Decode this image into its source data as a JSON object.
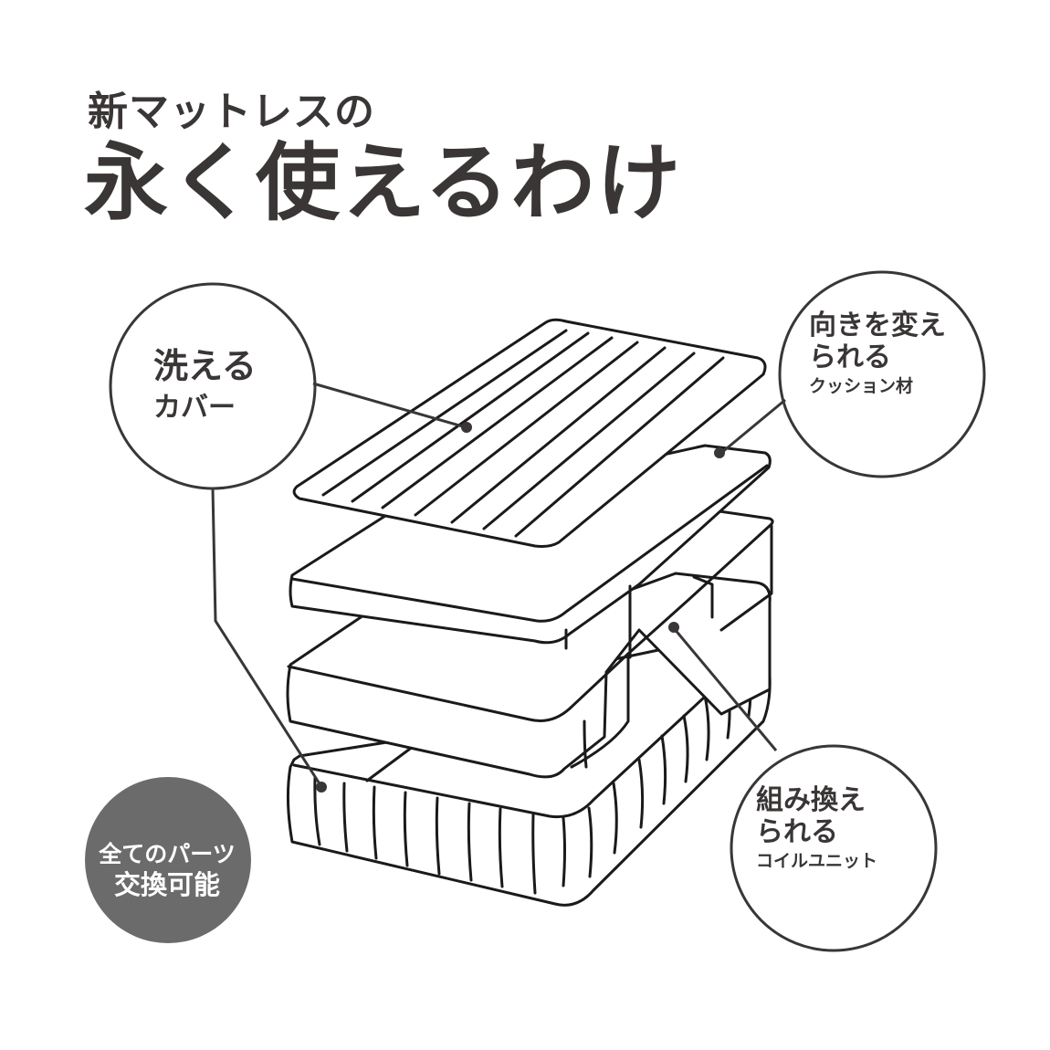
{
  "header": {
    "subtitle": "新マットレスの",
    "title": "永く使えるわけ"
  },
  "callouts": {
    "cover": {
      "line1": "洗える",
      "line2": "カバー"
    },
    "cushion": {
      "line1": "向きを変え",
      "line2": "られる",
      "line3": "クッション材"
    },
    "coil": {
      "line1": "組み換え",
      "line2": "られる",
      "line3": "コイルユニット"
    }
  },
  "badge": {
    "line1": "全てのパーツ",
    "line2": "交換可能",
    "color": "#6b6b6b"
  },
  "colors": {
    "ink": "#3a3636",
    "line": "#1a1a1a",
    "background": "#ffffff"
  }
}
